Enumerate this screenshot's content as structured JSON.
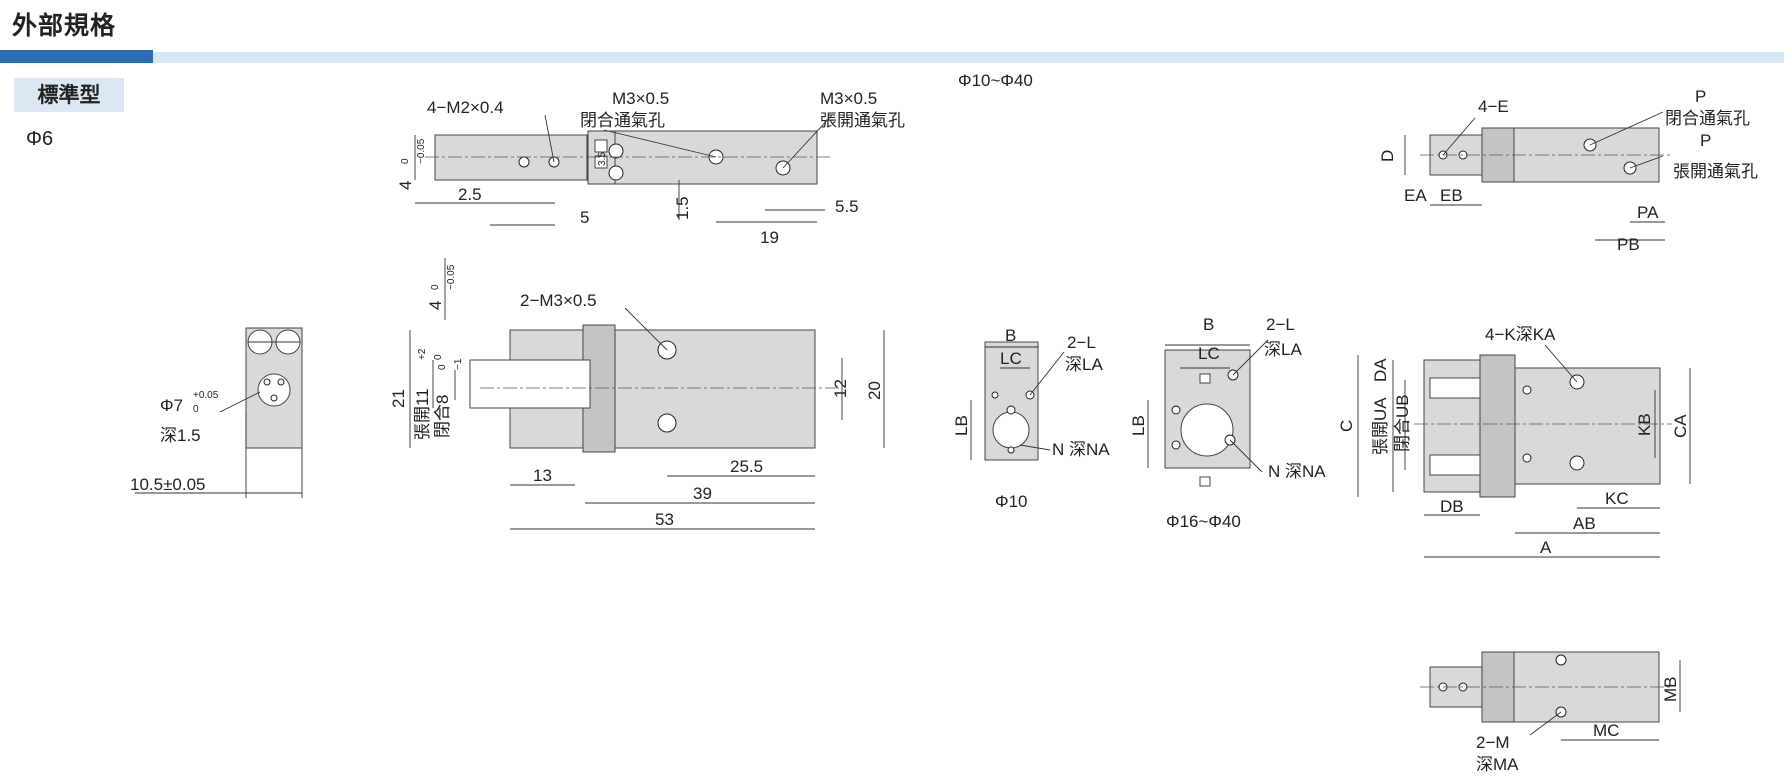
{
  "header": {
    "title": "外部規格",
    "type_tag": "標準型",
    "size": "Φ6"
  },
  "general_view": {
    "title": "Φ10~Φ40",
    "front_view": {
      "labels": [
        "4−E",
        "D",
        "EA",
        "EB",
        "PA",
        "PB",
        "P",
        "閉合通氣孔",
        "P",
        "張開通氣孔"
      ]
    },
    "end_view_10": {
      "caption": "Φ10",
      "labels": [
        "B",
        "LC",
        "2−L",
        "深LA",
        "LB",
        "N 深NA"
      ]
    },
    "end_view_16_40": {
      "caption": "Φ16~Φ40",
      "labels": [
        "B",
        "LC",
        "2−L",
        "深LA",
        "LB",
        "N 深NA"
      ]
    },
    "top_view": {
      "labels": [
        "4−K深KA",
        "C",
        "張開UA",
        "DA",
        "閉合UB",
        "KB",
        "CA",
        "DB",
        "KC",
        "AB",
        "A"
      ]
    },
    "bottom_view": {
      "labels": [
        "MB",
        "2−M",
        "深MA",
        "MC"
      ]
    }
  },
  "phi6_view": {
    "top_view": {
      "labels": [
        "4−M2×0.4",
        "M3×0.5",
        "閉合通氣孔",
        "M3×0.5",
        "張開通氣孔",
        "4",
        "0",
        "−0.05",
        "2.5",
        "5",
        "1.5",
        "5.5",
        "19",
        "3.5"
      ]
    },
    "end_view": {
      "labels": [
        "Φ7",
        "+0.05",
        "0",
        "深1.5",
        "10.5±0.05"
      ]
    },
    "front_view": {
      "labels": [
        "4",
        "0",
        "−0.05",
        "2−M3×0.5",
        "21",
        "張開11",
        "+2",
        "0",
        "閉合8",
        "0",
        "−1",
        "12",
        "20",
        "13",
        "25.5",
        "39",
        "53"
      ]
    }
  }
}
